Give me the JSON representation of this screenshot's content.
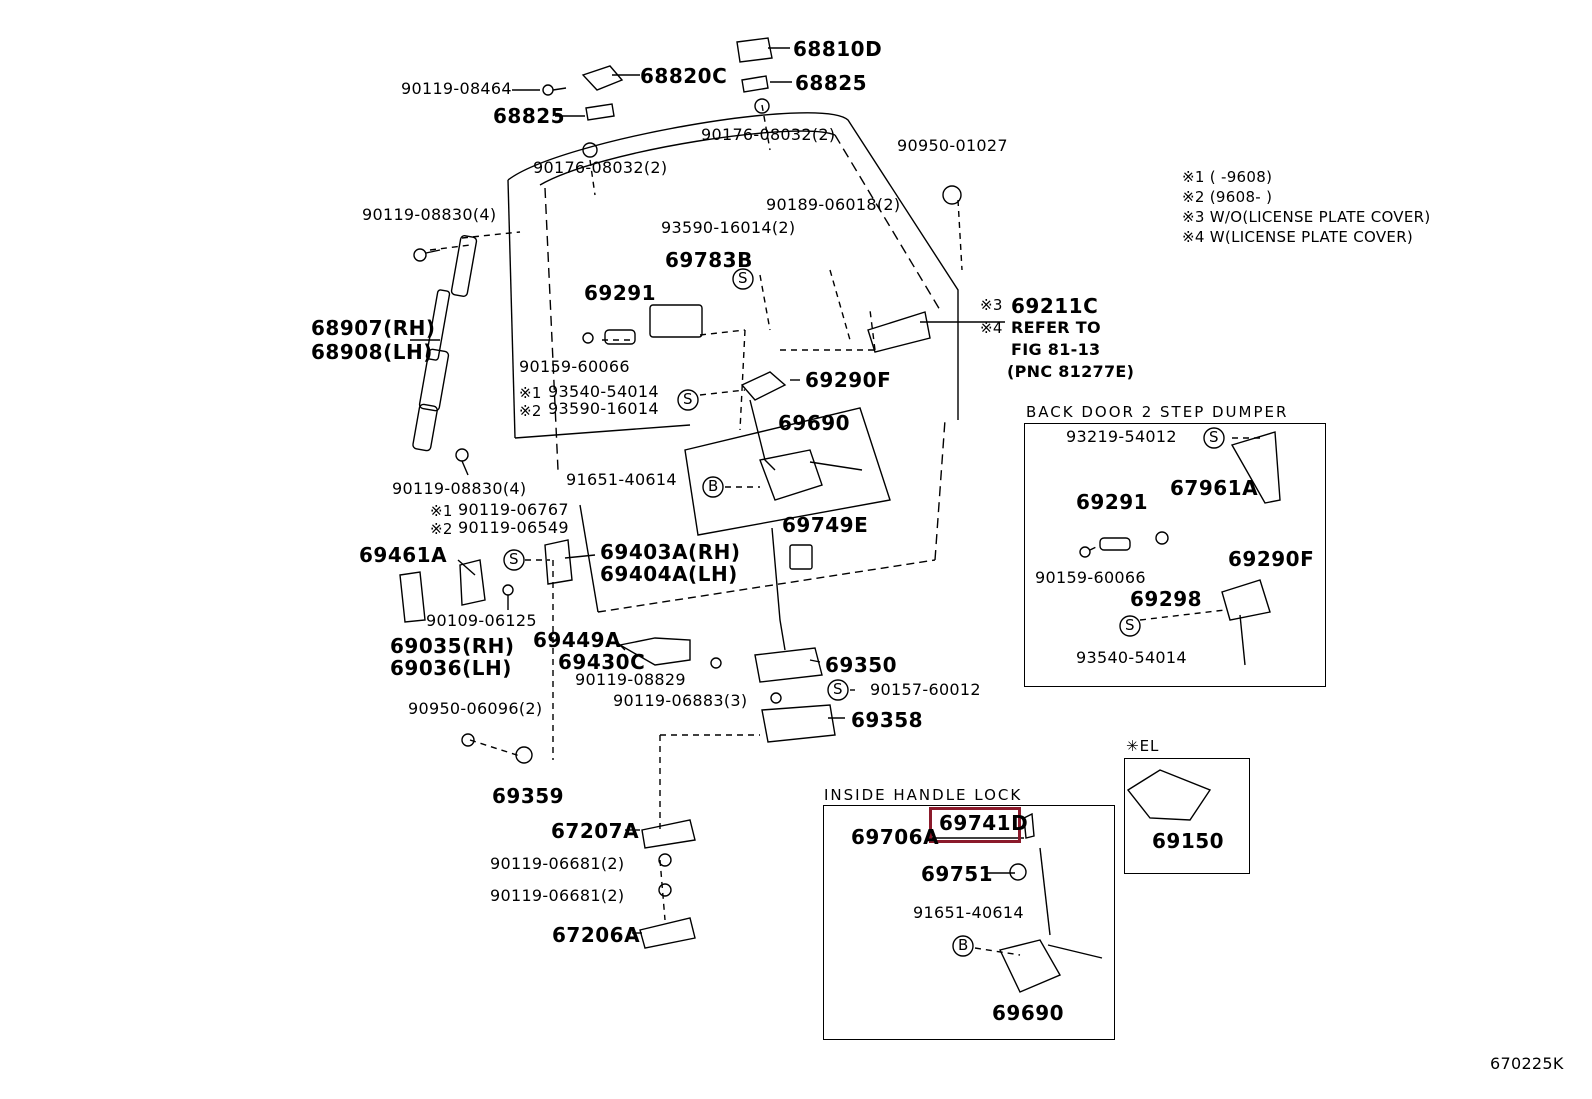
{
  "part_numbers": {
    "p68810D": "68810D",
    "p68825_top": "68825",
    "p90119_08464": "90119-08464",
    "p68820C": "68820C",
    "p68825_left": "68825",
    "p90176_right": "90176-08032(2)",
    "p90176_left": "90176-08032(2)",
    "p90950_01027": "90950-01027",
    "p90119_08830_top": "90119-08830(4)",
    "p90189_06018": "90189-06018(2)",
    "p93590_16014_2": "93590-16014(2)",
    "p69783B": "69783B",
    "p69291": "69291",
    "p68907": "68907(RH)",
    "p68908": "68908(LH)",
    "p90159_60066": "90159-60066",
    "p69211C": "69211C",
    "refer_line1": "REFER TO",
    "refer_line2": "FIG 81-13",
    "refer_line3": "(PNC 81277E)",
    "p69290F": "69290F",
    "p93540_54014": "93540-54014",
    "p93590_16014": "93590-16014",
    "p69690": "69690",
    "p91651_40614": "91651-40614",
    "p90119_08830_bottom": "90119-08830(4)",
    "p90119_06767": "90119-06767",
    "p90119_06549": "90119-06549",
    "p69749E": "69749E",
    "p69461A": "69461A",
    "p69403A": "69403A(RH)",
    "p69404A": "69404A(LH)",
    "p90109_06125": "90109-06125",
    "p69035": "69035(RH)",
    "p69036": "69036(LH)",
    "p69449A": "69449A",
    "p69430C": "69430C",
    "p69350": "69350",
    "p90119_08829": "90119-08829",
    "p90157_60012": "90157-60012",
    "p90119_06883": "90119-06883(3)",
    "p69358": "69358",
    "p90950_06096": "90950-06096(2)",
    "p69359": "69359",
    "p67207A": "67207A",
    "p90119_06681_a": "90119-06681(2)",
    "p90119_06681_b": "90119-06681(2)",
    "p67206A": "67206A"
  },
  "markers": {
    "m1": "※1",
    "m2": "※2",
    "m3": "※3",
    "m4": "※4",
    "s": "S",
    "b": "B"
  },
  "notes": [
    "※1 (        -9608)",
    "※2 (9608-        )",
    "※3 W/O(LICENSE PLATE COVER)",
    "※4 W(LICENSE PLATE COVER)"
  ],
  "dumper_box": {
    "title": "BACK DOOR 2 STEP DUMPER",
    "p93219_54012": "93219-54012",
    "p67961A": "67961A",
    "p69291": "69291",
    "p90159_60066": "90159-60066",
    "p69298": "69298",
    "p69290F": "69290F",
    "p93540_54014": "93540-54014"
  },
  "inside_handle_box": {
    "title": "INSIDE HANDLE LOCK",
    "p69741D": "69741D",
    "p69706A": "69706A",
    "p69751": "69751",
    "p91651_40614": "91651-40614",
    "p69690": "69690"
  },
  "el_box": {
    "title": "✳EL",
    "p69150": "69150"
  },
  "figure_code": "670225K",
  "highlight_color": "#8b1a2b"
}
